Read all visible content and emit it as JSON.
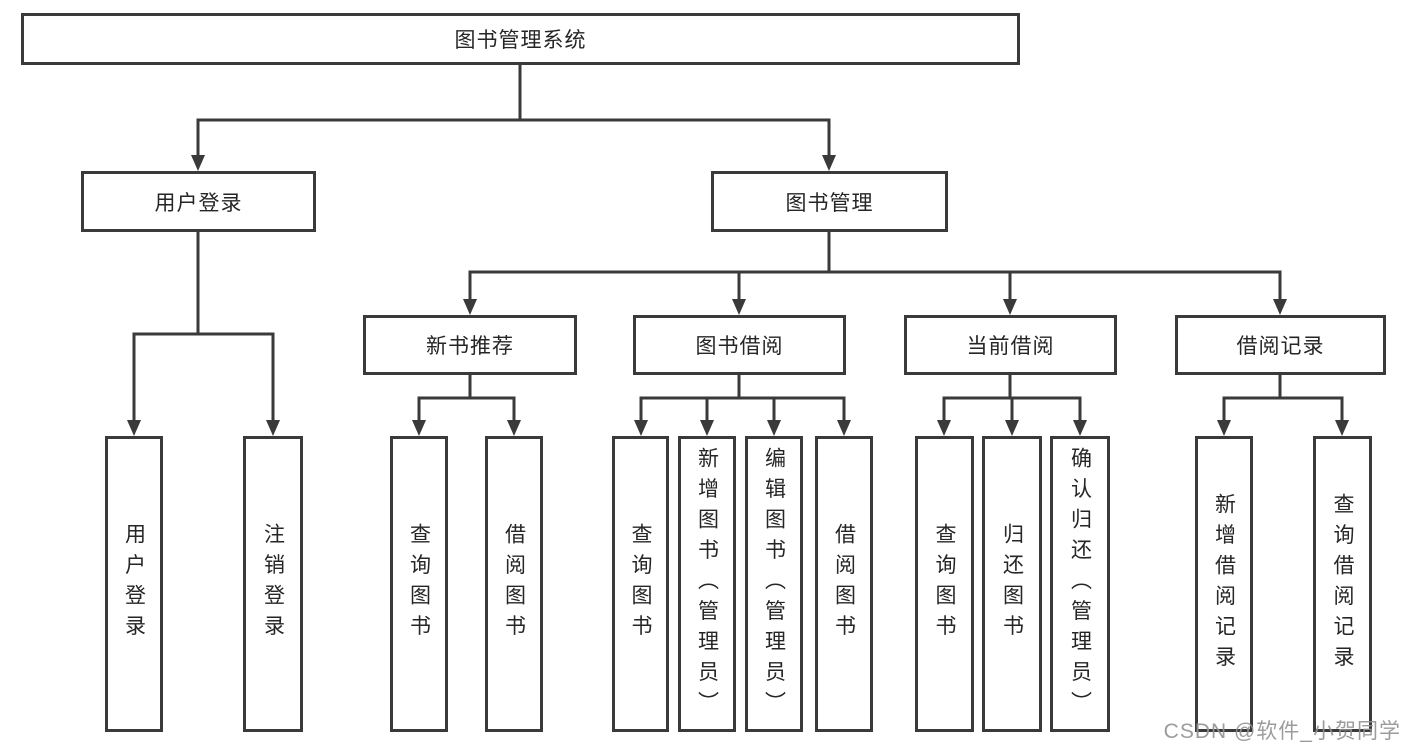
{
  "tree": {
    "root": "图书管理系统",
    "branches": [
      {
        "label": "用户登录",
        "children": [
          "用户登录",
          "注销登录"
        ]
      },
      {
        "label": "图书管理",
        "groups": [
          {
            "label": "新书推荐",
            "children": [
              "查询图书",
              "借阅图书"
            ]
          },
          {
            "label": "图书借阅",
            "children": [
              "查询图书",
              "新增图书（管理员）",
              "编辑图书（管理员）",
              "借阅图书"
            ]
          },
          {
            "label": "当前借阅",
            "children": [
              "查询图书",
              "归还图书",
              "确认归还（管理员）"
            ]
          },
          {
            "label": "借阅记录",
            "children": [
              "新增借阅记录",
              "查询借阅记录"
            ]
          }
        ]
      }
    ]
  },
  "watermark": {
    "text": "CSDN @软件_小贺同学"
  },
  "colors": {
    "line": "#3a3a3a",
    "text": "#262626",
    "box_background": "#ffffff",
    "page_background": "#ffffff",
    "watermark": "#949494"
  }
}
